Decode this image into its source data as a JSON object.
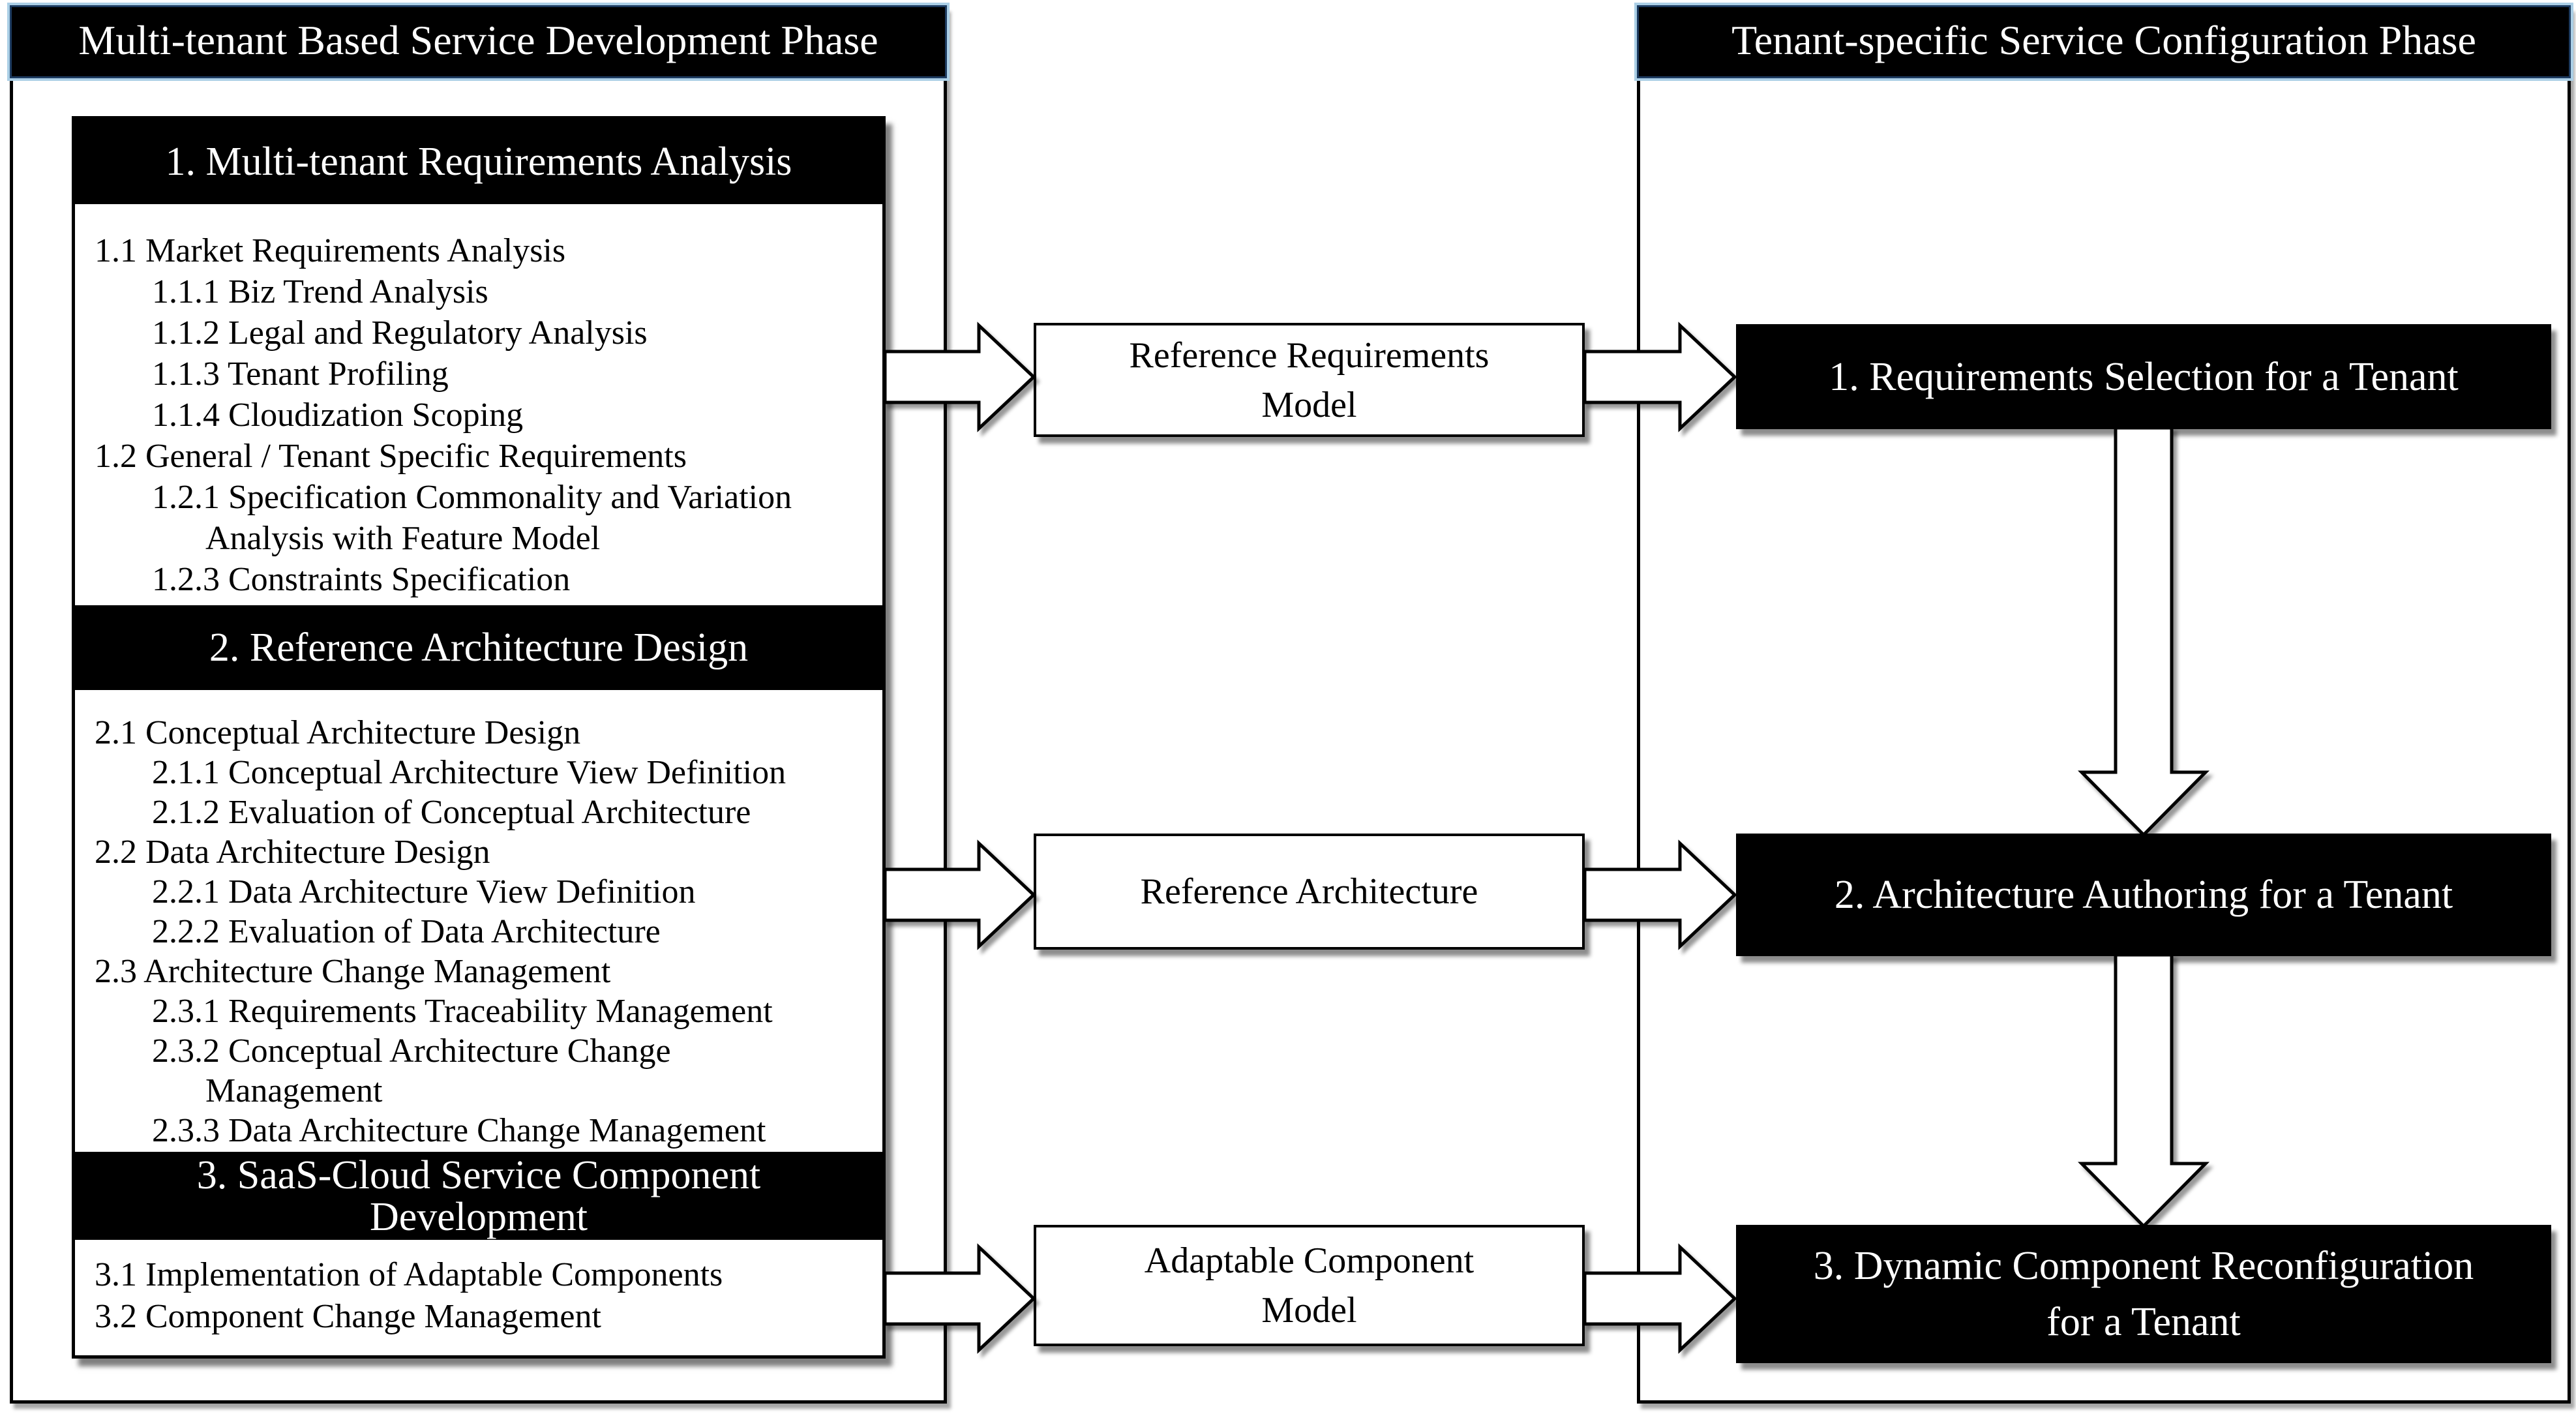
{
  "left_panel": {
    "title": "Multi-tenant Based Service Development Phase",
    "sections": [
      {
        "header": "1. Multi-tenant Requirements Analysis",
        "items": [
          {
            "text": "1.1 Market Requirements Analysis",
            "indent": 0
          },
          {
            "text": "1.1.1 Biz Trend Analysis",
            "indent": 1
          },
          {
            "text": "1.1.2 Legal and Regulatory Analysis",
            "indent": 1
          },
          {
            "text": "1.1.3 Tenant Profiling",
            "indent": 1
          },
          {
            "text": "1.1.4 Cloudization Scoping",
            "indent": 1
          },
          {
            "text": "1.2 General / Tenant Specific Requirements",
            "indent": 0
          },
          {
            "text": "1.2.1 Specification Commonality and Variation",
            "indent": 1
          },
          {
            "text": "Analysis with Feature Model",
            "indent": 2
          },
          {
            "text": "1.2.3 Constraints Specification",
            "indent": 1
          }
        ]
      },
      {
        "header": "2. Reference Architecture Design",
        "items": [
          {
            "text": "2.1 Conceptual Architecture Design",
            "indent": 0
          },
          {
            "text": "2.1.1 Conceptual Architecture View Definition",
            "indent": 1
          },
          {
            "text": "2.1.2 Evaluation of Conceptual Architecture",
            "indent": 1
          },
          {
            "text": "2.2 Data Architecture Design",
            "indent": 0
          },
          {
            "text": "2.2.1 Data Architecture View Definition",
            "indent": 1
          },
          {
            "text": "2.2.2 Evaluation of Data Architecture",
            "indent": 1
          },
          {
            "text": "2.3 Architecture Change Management",
            "indent": 0
          },
          {
            "text": "2.3.1 Requirements Traceability Management",
            "indent": 1
          },
          {
            "text": "2.3.2 Conceptual Architecture Change",
            "indent": 1
          },
          {
            "text": "Management",
            "indent": 2
          },
          {
            "text": "2.3.3 Data Architecture Change Management",
            "indent": 1
          }
        ]
      },
      {
        "header_line1": "3. SaaS-Cloud Service Component",
        "header_line2": "Development",
        "items": [
          {
            "text": "3.1 Implementation of Adaptable Components",
            "indent": 0
          },
          {
            "text": "3.2 Component Change Management",
            "indent": 0
          }
        ]
      }
    ]
  },
  "artifacts": [
    {
      "line1": "Reference Requirements",
      "line2": "Model"
    },
    {
      "line1": "Reference Architecture",
      "line2": ""
    },
    {
      "line1": "Adaptable Component",
      "line2": "Model"
    }
  ],
  "right_panel": {
    "title": "Tenant-specific Service Configuration Phase",
    "steps": [
      {
        "line1": "1. Requirements Selection for a Tenant",
        "line2": ""
      },
      {
        "line1": "2. Architecture Authoring for a Tenant",
        "line2": ""
      },
      {
        "line1": "3. Dynamic Component Reconfiguration",
        "line2": "for a Tenant"
      }
    ]
  },
  "colors": {
    "bar_background": "#000000",
    "bar_text": "#ffffff",
    "title_outline_highlight": "#abcfe6",
    "title_inner_edge": "#1d3b60",
    "arrow_fill": "#ffffff",
    "line": "#000000"
  }
}
